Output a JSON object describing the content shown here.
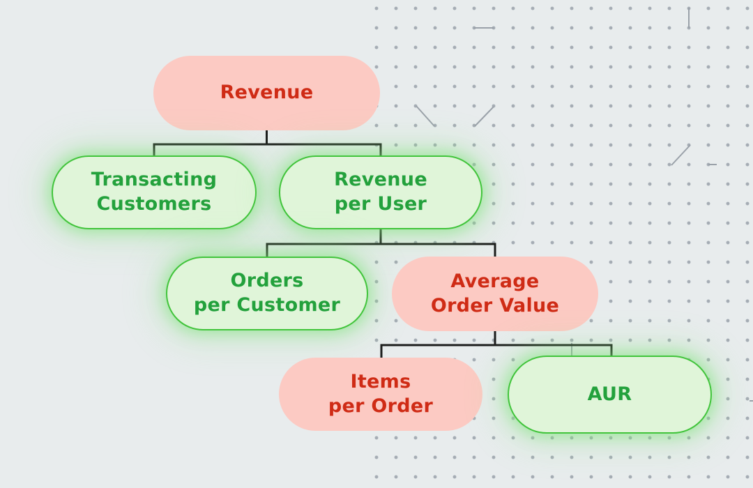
{
  "diagram": {
    "name": "revenue-metric-tree",
    "nodes": {
      "revenue": {
        "label": "Revenue",
        "variant": "red"
      },
      "transacting_customers": {
        "label": "Transacting\nCustomers",
        "variant": "green"
      },
      "revenue_per_user": {
        "label": "Revenue\nper User",
        "variant": "green"
      },
      "orders_per_customer": {
        "label": "Orders\nper Customer",
        "variant": "green"
      },
      "average_order_value": {
        "label": "Average\nOrder Value",
        "variant": "red"
      },
      "items_per_order": {
        "label": "Items\nper Order",
        "variant": "red"
      },
      "aur": {
        "label": "AUR",
        "variant": "green"
      }
    },
    "edges": [
      {
        "from": "revenue",
        "to": "transacting_customers"
      },
      {
        "from": "revenue",
        "to": "revenue_per_user"
      },
      {
        "from": "revenue_per_user",
        "to": "orders_per_customer"
      },
      {
        "from": "revenue_per_user",
        "to": "average_order_value"
      },
      {
        "from": "average_order_value",
        "to": "items_per_order"
      },
      {
        "from": "average_order_value",
        "to": "aur"
      }
    ],
    "colors": {
      "background": "#e8eced",
      "red_fill": "#fccac3",
      "red_text": "#cf2b15",
      "green_fill": "#e0f5d9",
      "green_border": "#41c43b",
      "green_text": "#23a13c",
      "connector": "#1c1c1c",
      "dot_grid": "#a5acb4"
    }
  }
}
